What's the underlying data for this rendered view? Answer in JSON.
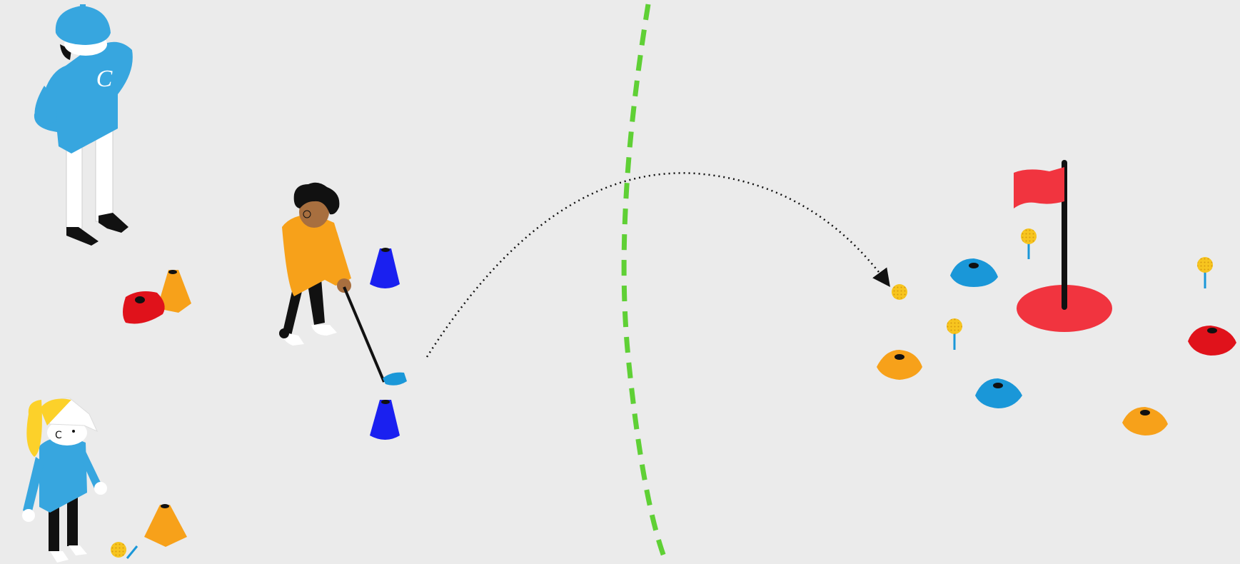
{
  "scene": {
    "background_color": "#ebebeb",
    "colors": {
      "coach_blue": "#37a6df",
      "player_orange": "#f7a11a",
      "cone_blue": "#1a20f0",
      "disc_red": "#e0121b",
      "disc_orange": "#f7a11a",
      "disc_cyan": "#1a97d8",
      "flag_red": "#f1343f",
      "line_green": "#5fd035",
      "ball_yellow": "#f7c51f",
      "skin_brown": "#a86f3f",
      "hair_blonde": "#fcd12a"
    },
    "elements": {
      "coach": "coach-figure",
      "coach_shirt_letter": "C",
      "player": "player-figure",
      "spectator": "spectator-figure",
      "hole": "putting-hole",
      "flag": "flag-icon",
      "trajectory": "dotted-chip-trajectory",
      "boundary": "dashed-boundary-line"
    }
  }
}
